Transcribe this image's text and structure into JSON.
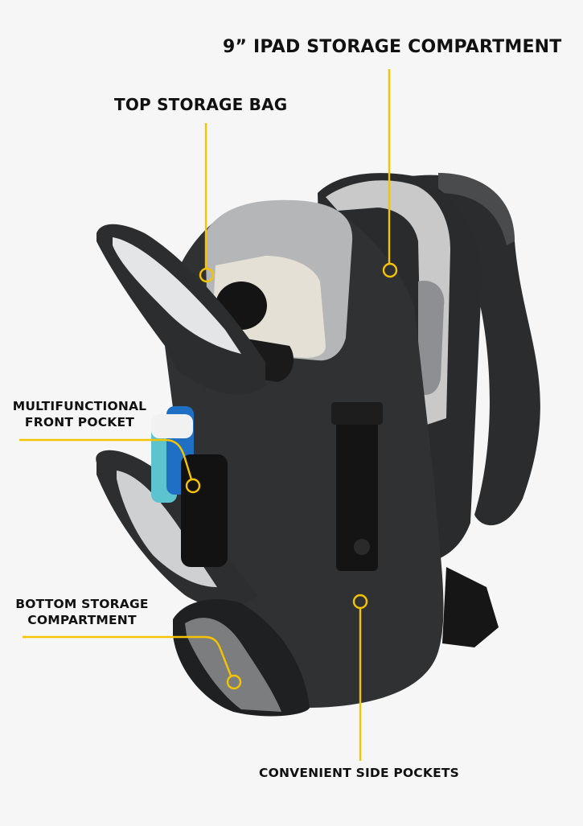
{
  "infographic": {
    "subject": "sling backpack with open compartments",
    "background_color": "#f6f6f6",
    "callout_color": "#f5c400",
    "callouts": [
      {
        "id": "ipad",
        "label": "9” IPAD STORAGE COMPARTMENT"
      },
      {
        "id": "top",
        "label": "TOP STORAGE BAG"
      },
      {
        "id": "front",
        "label_line1": "MULTIFUNCTIONAL",
        "label_line2": "FRONT POCKET"
      },
      {
        "id": "bottom",
        "label_line1": "BOTTOM STORAGE",
        "label_line2": "COMPARTMENT"
      },
      {
        "id": "side",
        "label": "CONVENIENT SIDE POCKETS"
      }
    ]
  }
}
